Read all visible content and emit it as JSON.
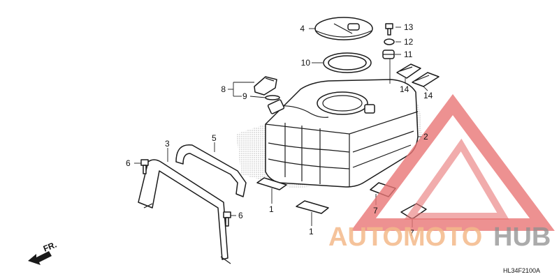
{
  "callouts": {
    "c1a": "1",
    "c1b": "1",
    "c2": "2",
    "c3": "3",
    "c4": "4",
    "c5": "5",
    "c6a": "6",
    "c6b": "6",
    "c7a": "7",
    "c7b": "7",
    "c8": "8",
    "c9": "9",
    "c10": "10",
    "c11": "11",
    "c12": "12",
    "c13": "13",
    "c14a": "14",
    "c14b": "14"
  },
  "front_marker": "FR.",
  "diagram_code": "HL34F2100A",
  "watermark": {
    "word_a": "AUTOMOTO",
    "word_b": "HUB",
    "color_a": "#f4b98a",
    "color_b": "#8f8f8f",
    "logo_color": "#e87575"
  }
}
